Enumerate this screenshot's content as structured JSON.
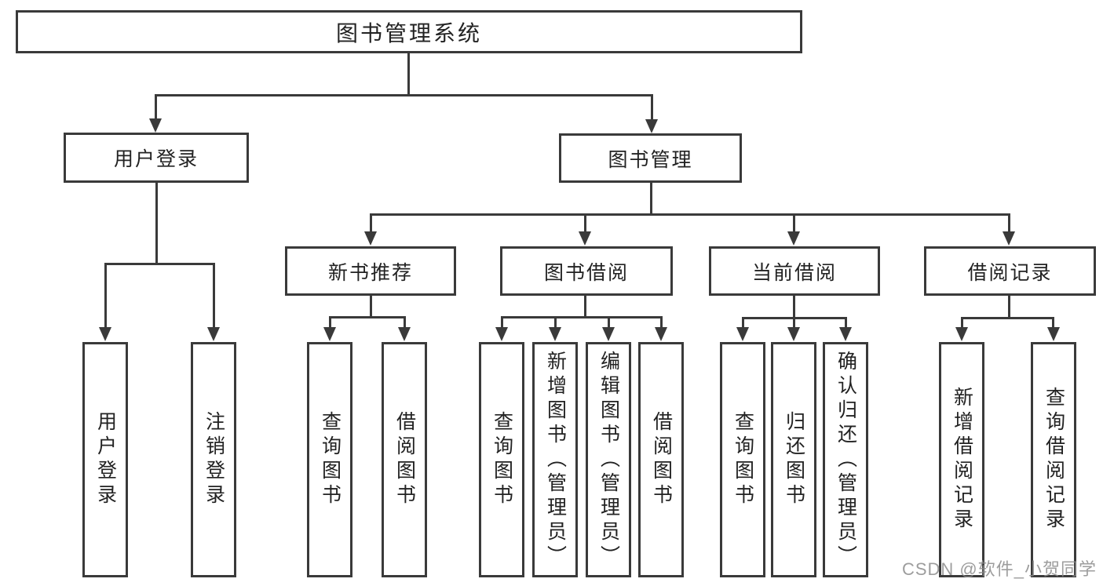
{
  "diagram": {
    "root": {
      "label": "图书管理系统"
    },
    "branches": [
      {
        "label": "用户登录",
        "children": [
          {
            "label": "用户登录"
          },
          {
            "label": "注销登录"
          }
        ]
      },
      {
        "label": "图书管理",
        "children": [
          {
            "label": "新书推荐",
            "children": [
              {
                "label": "查询图书"
              },
              {
                "label": "借阅图书"
              }
            ]
          },
          {
            "label": "图书借阅",
            "children": [
              {
                "label": "查询图书"
              },
              {
                "label": "新增图书（管理员）"
              },
              {
                "label": "编辑图书（管理员）"
              },
              {
                "label": "借阅图书"
              }
            ]
          },
          {
            "label": "当前借阅",
            "children": [
              {
                "label": "查询图书"
              },
              {
                "label": "归还图书"
              },
              {
                "label": "确认归还（管理员）"
              }
            ]
          },
          {
            "label": "借阅记录",
            "children": [
              {
                "label": "新增借阅记录"
              },
              {
                "label": "查询借阅记录"
              }
            ]
          }
        ]
      }
    ]
  },
  "watermark": {
    "text": "CSDN @软件_小贺同学"
  },
  "colors": {
    "line": "#3a3a3a",
    "text": "#222222",
    "watermark": "#8c8c8c",
    "background": "#ffffff"
  }
}
